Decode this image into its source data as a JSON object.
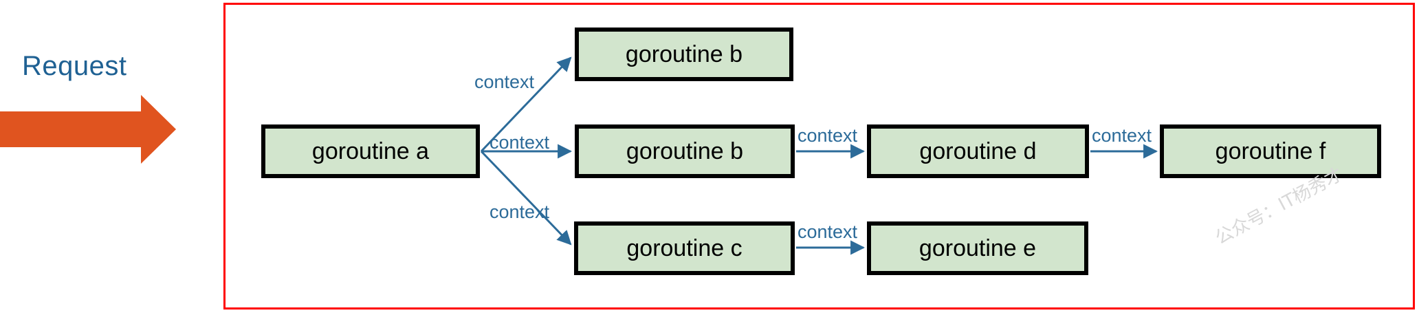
{
  "diagram": {
    "title_text": "Request",
    "watermark": "公众号：IT杨秀才",
    "colors": {
      "frame_border": "#ff0000",
      "node_fill": "#d2e5cd",
      "node_border": "#000000",
      "arrow_blue": "#2c6b99",
      "request_arrow_orange": "#e0541f",
      "request_text": "#1f6193",
      "watermark": "#d8d8d8"
    },
    "nodes": [
      {
        "id": "a",
        "label": "goroutine a"
      },
      {
        "id": "b_top",
        "label": "goroutine b"
      },
      {
        "id": "b_mid",
        "label": "goroutine b"
      },
      {
        "id": "c",
        "label": "goroutine c"
      },
      {
        "id": "d",
        "label": "goroutine d"
      },
      {
        "id": "e",
        "label": "goroutine e"
      },
      {
        "id": "f",
        "label": "goroutine f"
      }
    ],
    "edges": [
      {
        "from": "a",
        "to": "b_top",
        "label": "context"
      },
      {
        "from": "a",
        "to": "b_mid",
        "label": "context"
      },
      {
        "from": "a",
        "to": "c",
        "label": "context"
      },
      {
        "from": "b_mid",
        "to": "d",
        "label": "context"
      },
      {
        "from": "d",
        "to": "f",
        "label": "context"
      },
      {
        "from": "c",
        "to": "e",
        "label": "context"
      }
    ],
    "icons": {
      "request_arrow": "right-block-arrow-icon"
    }
  }
}
